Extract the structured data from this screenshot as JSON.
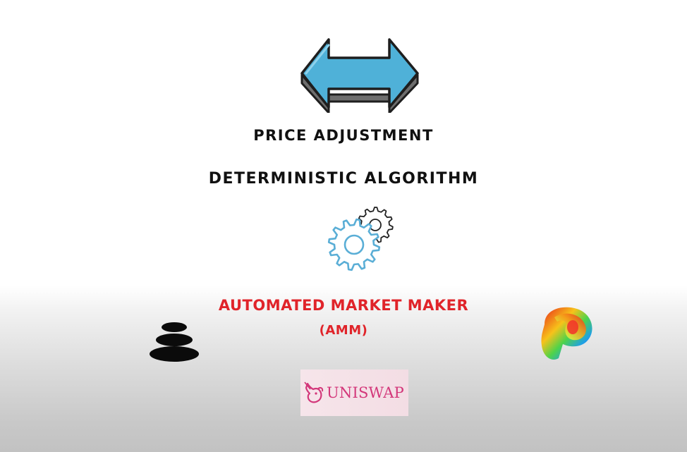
{
  "headings": {
    "price_adjustment": "PRICE ADJUSTMENT",
    "deterministic_algorithm": "DETERMINISTIC ALGORITHM"
  },
  "amm": {
    "title": "AUTOMATED MARKET MAKER",
    "abbreviation": "(AMM)"
  },
  "logos": {
    "uniswap_wordmark": "UNISWAP"
  },
  "icons": {
    "arrow": "double-headed-arrow-icon",
    "gears": "gears-icon",
    "balancer": "balancer-logo",
    "curve": "curve-logo",
    "uniswap": "uniswap-unicorn-icon"
  },
  "colors": {
    "arrow_fill": "#4fb1d8",
    "arrow_outline": "#222222",
    "gear_blue": "#5aaed6",
    "gear_dark": "#222222",
    "amm_red": "#e0242a",
    "uniswap_pink": "#d3377a",
    "text_dark": "#111111"
  }
}
